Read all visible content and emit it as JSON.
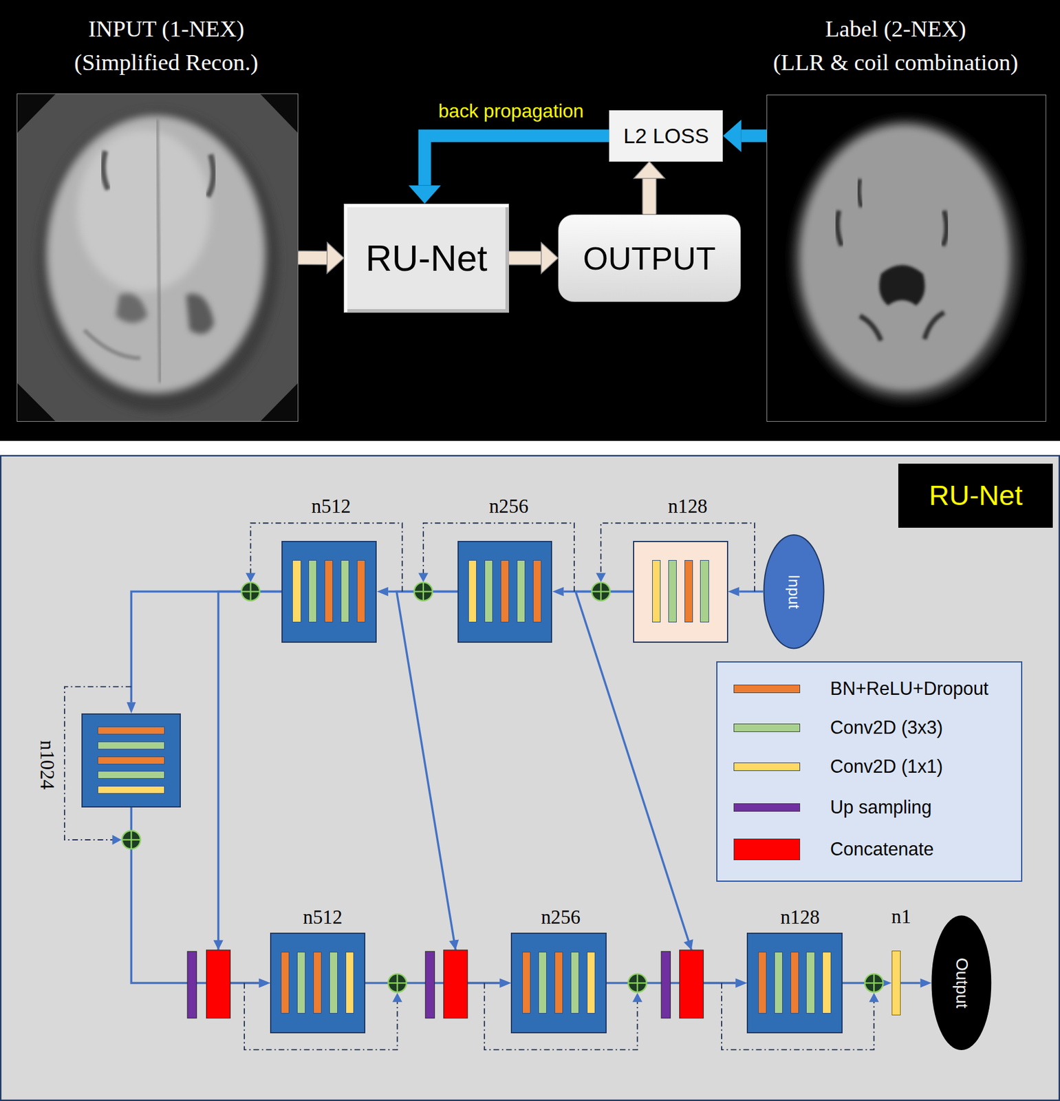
{
  "diagram": {
    "nodes": [
      {
        "text": [
          "INPUT (1-NEX)",
          "(Simplified Recon.)"
        ]
      },
      {
        "text": [
          "RU-Net"
        ]
      },
      {
        "text": [
          "OUTPUT"
        ]
      },
      {
        "text": [
          "L2 LOSS"
        ]
      },
      {
        "text": [
          "Label (2-NEX)",
          "(LLR & coil combination)"
        ]
      },
      {
        "text": [
          "RU-Net"
        ]
      },
      {
        "text": [
          "Input"
        ]
      },
      {
        "text": [
          "n128"
        ]
      },
      {
        "text": [
          "n256"
        ]
      },
      {
        "text": [
          "n512"
        ]
      },
      {
        "text": [
          "n1024"
        ]
      },
      {
        "text": [
          "n512"
        ]
      },
      {
        "text": [
          "n256"
        ]
      },
      {
        "text": [
          "n128"
        ]
      },
      {
        "text": [
          "n1"
        ]
      },
      {
        "text": [
          "Output"
        ]
      }
    ],
    "edges": [
      {
        "from": 0,
        "to": 1,
        "arrow": "to"
      },
      {
        "from": 1,
        "to": 2,
        "arrow": "to"
      },
      {
        "from": 2,
        "to": 3,
        "arrow": "to"
      },
      {
        "from": 4,
        "to": 3,
        "arrow": "to"
      },
      {
        "from": 3,
        "to": 1,
        "label": "back propagation",
        "arrow": "to"
      },
      {
        "from": 6,
        "to": 7,
        "arrow": "to"
      },
      {
        "from": 7,
        "to": 8,
        "arrow": "to"
      },
      {
        "from": 8,
        "to": 9,
        "arrow": "to"
      },
      {
        "from": 9,
        "to": 10,
        "arrow": "to"
      },
      {
        "from": 10,
        "to": 11,
        "arrow": "to"
      },
      {
        "from": 11,
        "to": 12,
        "arrow": "to"
      },
      {
        "from": 12,
        "to": 13,
        "arrow": "to"
      },
      {
        "from": 13,
        "to": 14,
        "arrow": "to"
      },
      {
        "from": 14,
        "to": 15,
        "arrow": "to"
      },
      {
        "from": 9,
        "to": 11,
        "arrow": "to"
      },
      {
        "from": 8,
        "to": 12,
        "arrow": "to"
      },
      {
        "from": 7,
        "to": 13,
        "arrow": "to"
      }
    ],
    "legend": [
      {
        "text": "BN+ReLU+Dropout",
        "color": "#ed7d31"
      },
      {
        "text": "Conv2D (3x3)",
        "color": "#a9d18e"
      },
      {
        "text": "Conv2D (1x1)",
        "color": "#ffd966"
      },
      {
        "text": "Up sampling",
        "color": "#7030a0"
      },
      {
        "text": "Concatenate",
        "color": "#ff0000"
      }
    ]
  }
}
